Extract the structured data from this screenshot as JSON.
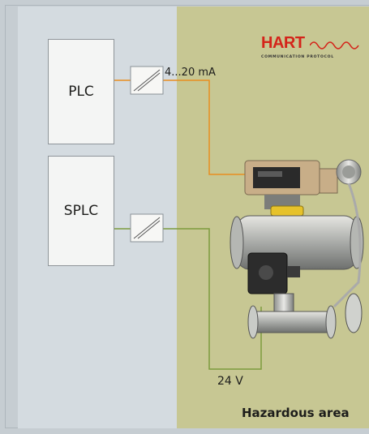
{
  "diagram": {
    "boxes": [
      {
        "id": "plc",
        "label": "PLC"
      },
      {
        "id": "splc",
        "label": "SPLC"
      }
    ],
    "signal_label": "4...20 mA",
    "voltage_label": "24 V",
    "zone_label": "Hazardous area",
    "logo": {
      "word": "HART",
      "subtitle": "COMMUNICATION PROTOCOL"
    },
    "colors": {
      "signal_wire": "#e98e1f",
      "power_wire": "#7d9b3c",
      "hart_red": "#d4241a",
      "safe_zone": "#d4dbe0",
      "hazard_zone": "#c7c793"
    }
  }
}
